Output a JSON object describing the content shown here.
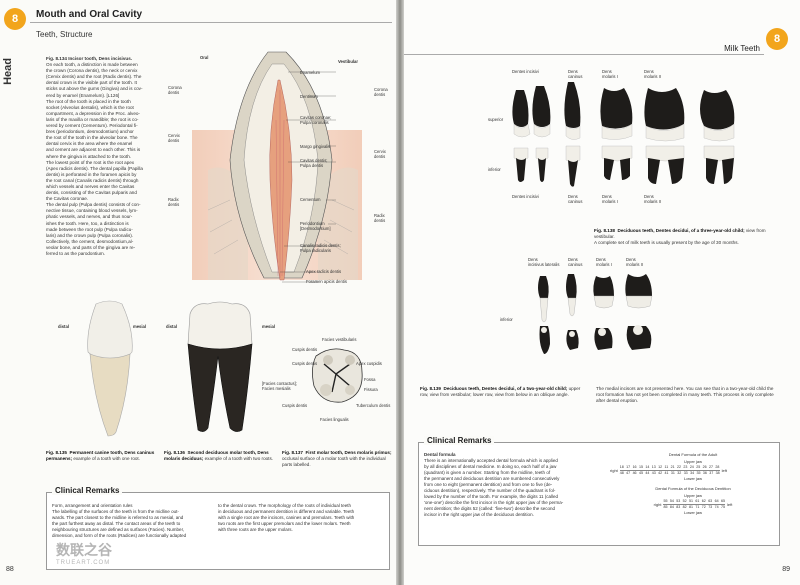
{
  "left": {
    "chapter_num": "8",
    "chapter": "Mouth and Oral Cavity",
    "section": "Teeth, Structure",
    "side_heading": "Head",
    "page_num": "88",
    "fig_134_text": [
      "Fig. 8.134  Incisor tooth, Dens incisivus.",
      "On each tooth, a distinction is made between",
      "the crown (Corona dentis), the neck or cervix",
      "(Cervix dentis) and the root (Radix dentis). The",
      "dental crown is the visible part of the tooth. It",
      "sticks out above the gums (Gingiva) and is cov-",
      "ered by enamel (Enamelum). [L126]",
      "The root of the tooth is placed in the tooth",
      "socket (Alveolus dentalis), which is the root",
      "compartment, a depression in the Proc. alveo-",
      "laris of the maxilla or mandible; the root is co-",
      "vered by cement (Cementum). Periodontal fi-",
      "bres (periodontium, desmodontium) anchor",
      "the root of the tooth in the alveolar bone. The",
      "dental cervix is the area where the enamel",
      "and cement are adjacent to each other. This is",
      "where the gingiva is attached to the tooth.",
      "The lowest point of the root is the root apex",
      "(Apex radicis dentis). The dental papilla (Papilla",
      "dentis) is perforated in the foramen apicis by",
      "the root canal (Canalis radicis dentis) through",
      "which vessels and nerves enter the Cavitas",
      "dentis, consisting of the Cavitas pulparis and",
      "the Cavitas coronae.",
      "The dental pulp (Pulpa dentis) consists of con-",
      "nective tissue, containing blood vessels, lym-",
      "phatic vessels, and nerves, and thus nour-",
      "ishes the tooth. Here, too, a distinction is",
      "made between the root pulp (Pulpa radicu-",
      "laris) and the crown pulp (Pulpa coronalis).",
      "Collectively, the cement, desmodontium,al-",
      "veolar bone, and parts of the gingiva are re-",
      "ferred to as the parodontium."
    ],
    "diagram_labels": {
      "oral": "Oral",
      "vestibular": "Vestibular",
      "corona_l": "Corona\ndentis",
      "cervix_l": "Cervix\ndentis",
      "radix_l": "Radix\ndentis",
      "corona_r": "Corona\ndentis",
      "cervix_r": "Cervix\ndentis",
      "radix_r": "Radix\ndentis",
      "enamelum": "Enamelum",
      "dentinum": "Dentinum",
      "cavitas_coronae": "Cavitas coronae;\nPulpa coronalis",
      "margo": "Margo gingivalis",
      "cavitas_dentis": "Cavitas dentis;\nPulpa dentis",
      "cementum": "Cementum",
      "periodontium": "Periodontium\n[Desmodontium]",
      "canalis": "Canalis radicis dentis;\nPulpa radicularis",
      "apex": "Apex radicis dentis",
      "foramen": "Foramen apicis dentis"
    },
    "fig_135": {
      "num": "Fig. 8.135",
      "title": "Permanent canine tooth, Dens caninus permanens;",
      "desc": "example of a tooth with one root.",
      "distal": "distal",
      "mesial": "mesial"
    },
    "fig_136": {
      "num": "Fig. 8.136",
      "title": "Second deciduous molar tooth, Dens molaris deciduus;",
      "desc": "example of a tooth with two roots.",
      "distal": "distal",
      "mesial": "mesial"
    },
    "fig_137": {
      "num": "Fig. 8.137",
      "title": "First molar tooth, Dens molaris primus;",
      "desc": "occlusal surface of a molar tooth with the individual parts labelled.",
      "labels": [
        "Facies vestibularis",
        "Cuspis dentis",
        "Cuspis dentis",
        "Apex cuspidis",
        "[Facies contactus]; Facies mesialis",
        "Fossa",
        "Fissura",
        "Cuspis dentis",
        "Tuberculum dentis",
        "Facies lingualis"
      ]
    },
    "clinical_title": "Clinical Remarks",
    "clinical_col1": "Form, arrangement and orientation rules\nThe labelling of the surfaces of the teeth is from the midline out-\nwards. The part closest to the midline is referred to as mesial, and\nthe part furthest away as distal. The contact areas of the teeth to\nneighbouring structures are defined as surfaces (Facies). Number,\ndimension, and form of the roots (Radices) are functionally adapted",
    "clinical_col2": "to the dental crown. The morphology of the roots of individual teeth\nin deciduous and permanent dentition is different and variable. Teeth\nwith a single root are the incisors, canines and premolars. Teeth with\ntwo roots are the first upper premolars and the lower molars. Teeth\nwith three roots are the upper molars."
  },
  "right": {
    "chapter_num": "8",
    "header": "Milk Teeth",
    "page_num": "89",
    "top_labels": [
      "Dentes incisivi",
      "Dens\ncaninus",
      "Dens\nmolaris I",
      "Dens\nmolaris II"
    ],
    "bottom_labels": [
      "Dentes incisivi",
      "Dens\ncaninus",
      "Dens\nmolaris I",
      "Dens\nmolaris II"
    ],
    "superior": "superior",
    "inferior": "inferior",
    "fig_138": {
      "num": "Fig. 8.138",
      "title": "Deciduous teeth, Dentes decidui, of a three-year-old child;",
      "desc": "view from vestibular.\nA complete set of milk teeth is usually present by the age of 30 months."
    },
    "mid_labels": [
      "Dens\nincisivus lateralis",
      "Dens\ncaninus",
      "Dens\nmolaris I",
      "Dens\nmolaris II"
    ],
    "inferior2": "inferior",
    "fig_139": {
      "num": "Fig. 8.139",
      "title": "Deciduous teeth, Dentes decidui, of a two-year-old child;",
      "desc": "upper row, view from vestibular; lower row, view from below in an oblique angle."
    },
    "fig_139_note": "The medial incisors are not presented here. You can see that in a two-year-old child the root formation has not yet been completed in many teeth. This process is only complete after dental eruption.",
    "clinical_title": "Clinical Remarks",
    "formula_head": "Dental formula",
    "formula_text": "There is an internationally accepted dental formula which is applied\nby all disciplines of dental medicine. In doing so, each half of a jaw\n(quadrant) is given a number. Starting from the midline, teeth of\nthe permanent and deciduous dentition are numbered consecutively\nfrom one to eight (permanent dentition) and from one to five (de-\nciduous dentition), respectively. The number of the quadrant is fol-\nlowed by the number of the tooth. For example, the digits 11 (called\n'one-one') describe the first incisor in the right upper jaw of the perma-\nnent dentition; the digits 52 (called: 'five-two') describe the second\nincisor in the right upper jaw of the deciduous dentition.",
    "adult_title": "Dental Formula of the Adult",
    "decid_title": "Dental Formula of the Deciduous Dentition",
    "upper_jaw": "Upper jaw",
    "lower_jaw": "Lower jaw",
    "right": "right",
    "left": "left",
    "adult_upper": [
      "18",
      "17",
      "16",
      "15",
      "14",
      "13",
      "12",
      "11",
      "21",
      "22",
      "23",
      "24",
      "25",
      "26",
      "27",
      "28"
    ],
    "adult_lower": [
      "48",
      "47",
      "46",
      "45",
      "44",
      "43",
      "42",
      "41",
      "31",
      "32",
      "33",
      "34",
      "35",
      "36",
      "37",
      "38"
    ],
    "decid_upper": [
      "55",
      "54",
      "53",
      "52",
      "51",
      "61",
      "62",
      "63",
      "64",
      "65"
    ],
    "decid_lower": [
      "85",
      "84",
      "83",
      "82",
      "81",
      "71",
      "72",
      "73",
      "74",
      "75"
    ]
  },
  "watermark": "数联之谷",
  "watermark_sub": "TRUEART.COM",
  "colors": {
    "accent": "#f2a51c",
    "enamel": "#e6e1d4",
    "pulp": "#e9a98b",
    "gum": "#f1c7b3"
  }
}
